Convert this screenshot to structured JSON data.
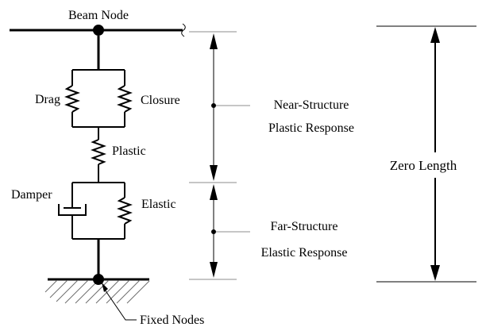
{
  "labels": {
    "beam_node": "Beam Node",
    "drag": "Drag",
    "closure": "Closure",
    "plastic": "Plastic",
    "damper": "Damper",
    "elastic": "Elastic",
    "near_structure_line1": "Near-Structure",
    "near_structure_line2": "Plastic Response",
    "far_structure_line1": "Far-Structure",
    "far_structure_line2": "Elastic Response",
    "zero_length": "Zero Length",
    "fixed_nodes": "Fixed Nodes"
  },
  "colors": {
    "ink": "#000000",
    "guide": "#8c8c8c",
    "hatch": "#6e6e6e"
  }
}
